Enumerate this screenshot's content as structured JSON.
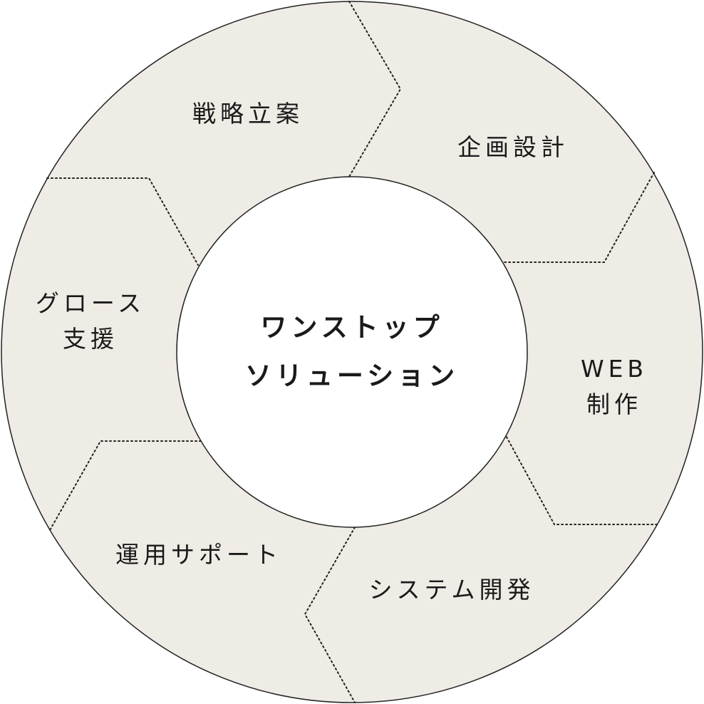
{
  "colors": {
    "ring_fill": "#efebe5",
    "outline": "#222222",
    "center_fill": "#ffffff",
    "text": "#1a1a1a"
  },
  "center": {
    "line1": "ワンストップ",
    "line2": "ソリューション"
  },
  "segments": [
    {
      "id": "strategy",
      "line1": "戦略立案",
      "line2": ""
    },
    {
      "id": "planning",
      "line1": "企画設計",
      "line2": ""
    },
    {
      "id": "web",
      "line1": "WEB",
      "line2": "制作"
    },
    {
      "id": "system",
      "line1": "システム開発",
      "line2": ""
    },
    {
      "id": "operation",
      "line1": "運用サポート",
      "line2": ""
    },
    {
      "id": "growth",
      "line1": "グロース",
      "line2": "支援"
    }
  ]
}
